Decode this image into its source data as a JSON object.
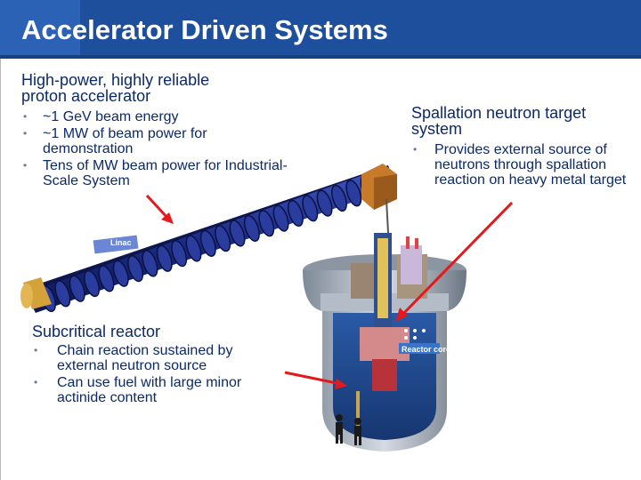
{
  "slide": {
    "title": "Accelerator Driven Systems"
  },
  "accelerator": {
    "heading": "High-power, highly reliable proton accelerator",
    "bullets": [
      "~1 GeV beam energy",
      "~1 MW of beam power for demonstration",
      "Tens of MW beam power for Industrial-Scale System"
    ]
  },
  "spallation": {
    "heading": "Spallation neutron target system",
    "bullets": [
      "Provides external source of neutrons through spallation reaction on heavy metal target"
    ]
  },
  "reactor": {
    "heading": "Subcritical reactor",
    "bullets": [
      "Chain reaction sustained by external neutron source",
      "Can use fuel with large minor actinide content"
    ]
  },
  "diagram": {
    "linac_label": "Linac",
    "core_label": "Reactor core"
  },
  "colors": {
    "header": "#1e4f9c",
    "text": "#0b2a66",
    "arrow": "#e3191c",
    "linac": "#1a2a78"
  }
}
